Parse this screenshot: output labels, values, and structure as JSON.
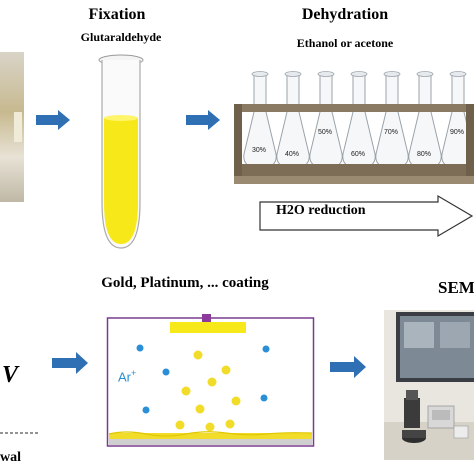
{
  "fixation": {
    "title": "Fixation",
    "reagent": "Glutaraldehyde"
  },
  "dehydration": {
    "title": "Dehydration",
    "reagent": "Ethanol or acetone",
    "percentages": [
      "30%",
      "40%",
      "50%",
      "60%",
      "70%",
      "80%",
      "90%"
    ],
    "reduction_label": "H2O reduction"
  },
  "coating": {
    "title": "Gold, Platinum, ... coating",
    "ion_label": "Ar",
    "ion_charge": "+"
  },
  "sem": {
    "title": "SEM"
  },
  "left_fragment": {
    "letter": "V",
    "word": "wal"
  },
  "colors": {
    "arrow": "#2f6fb3",
    "yellow": "#f7e81a",
    "gold_particle": "#f2dc2a",
    "argon": "#2a8fd6",
    "chamber_border": "#7a3b8f",
    "target_knob": "#8b3a9b"
  }
}
